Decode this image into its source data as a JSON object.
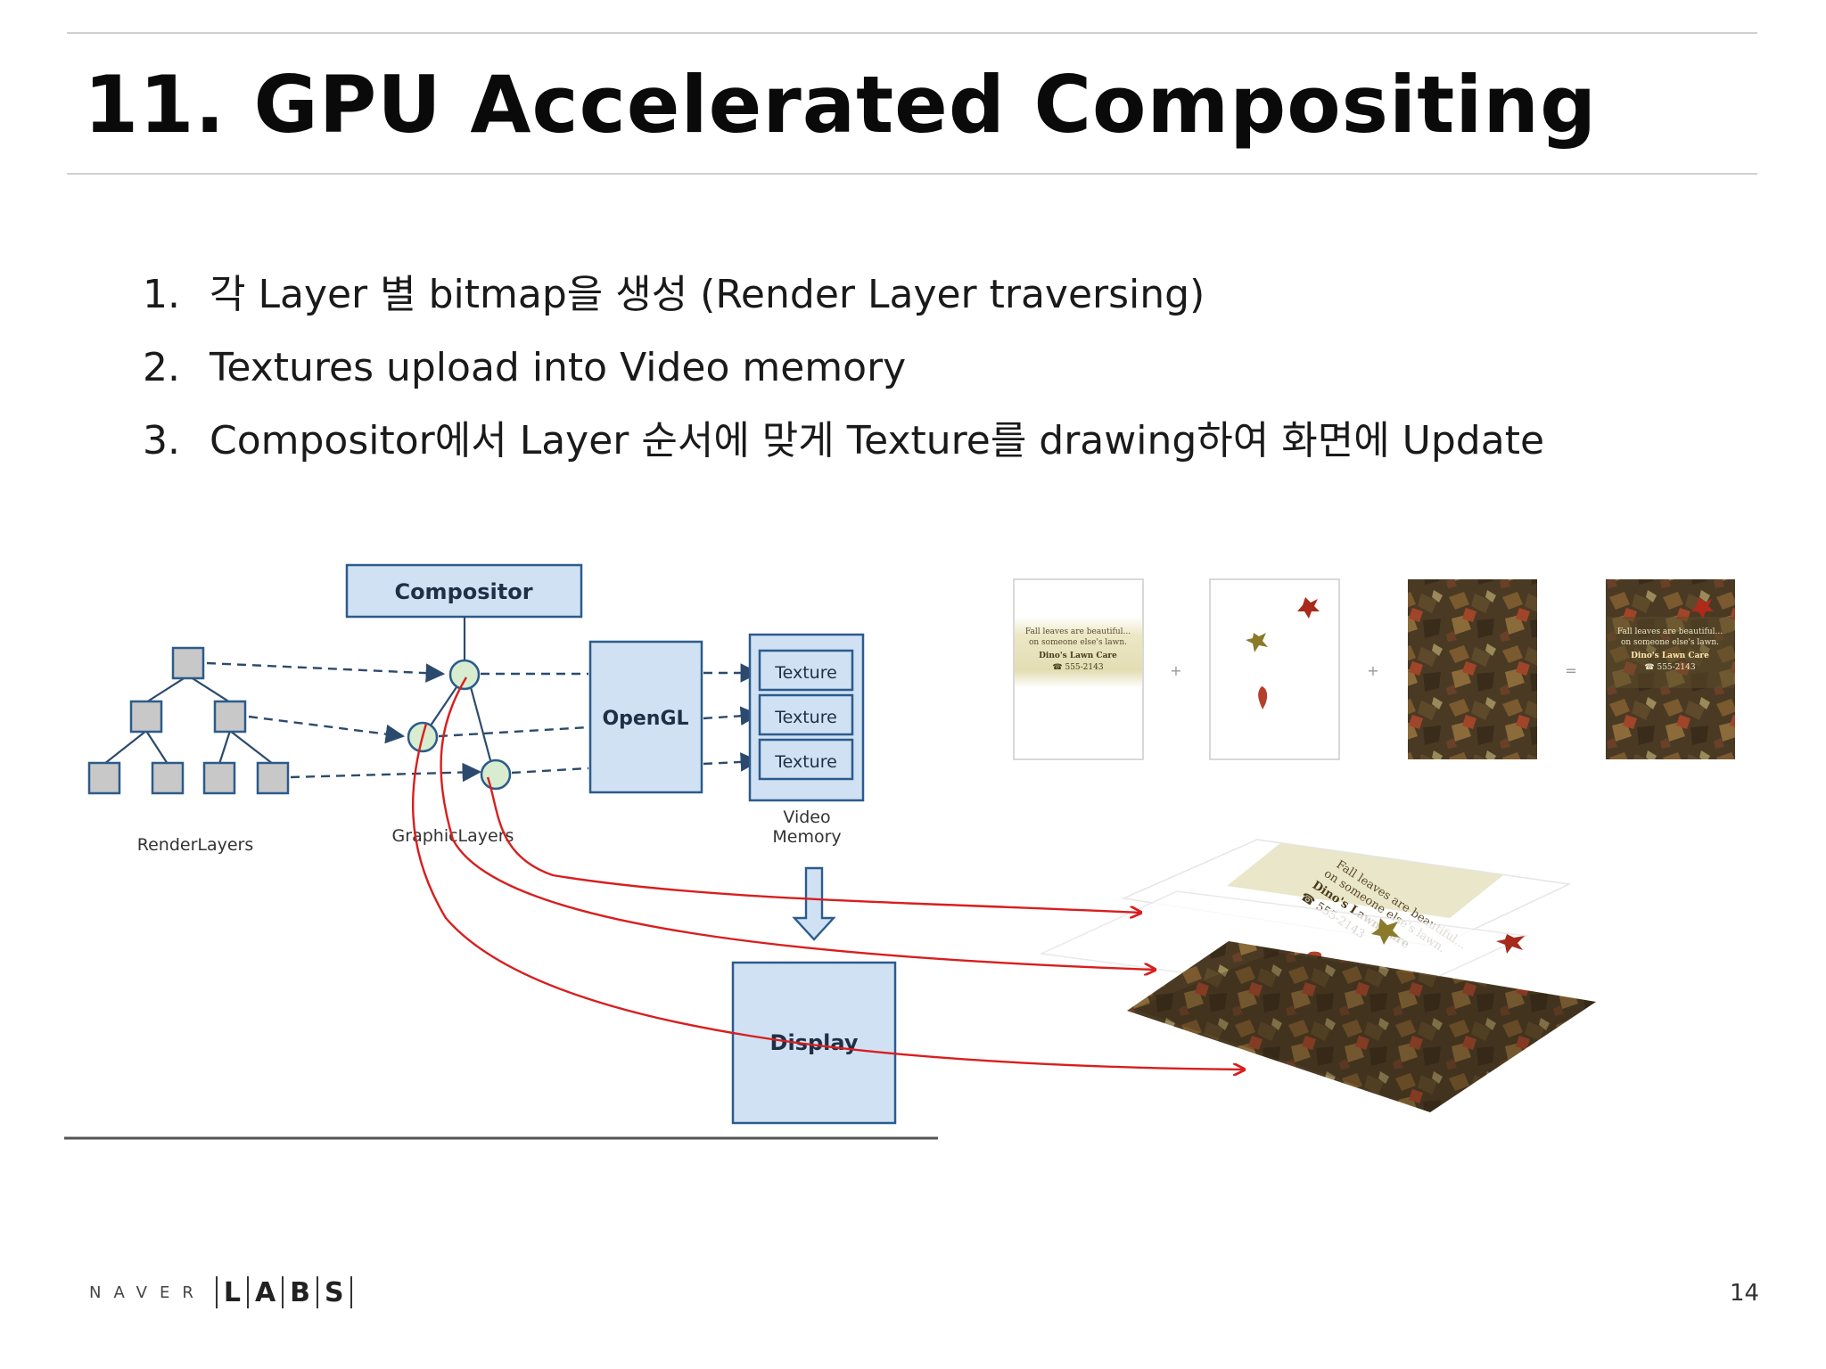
{
  "slide": {
    "title": "11. GPU Accelerated Compositing",
    "bullets": [
      {
        "num": "1.",
        "text": "각 Layer 별 bitmap을 생성 (Render Layer traversing)"
      },
      {
        "num": "2.",
        "text": "Textures upload into Video memory"
      },
      {
        "num": "3.",
        "text": "Compositor에서 Layer 순서에 맞게 Texture를 drawing하여 화면에 Update"
      }
    ],
    "page_number": "14"
  },
  "diagram": {
    "compositor_label": "Compositor",
    "opengl_label": "OpenGL",
    "textures": [
      "Texture",
      "Texture",
      "Texture"
    ],
    "video_memory_label_line1": "Video",
    "video_memory_label_line2": "Memory",
    "render_layers_label": "RenderLayers",
    "graphic_layers_label": "GraphicLayers",
    "display_label": "Display"
  },
  "layers_example": {
    "card_text_line1": "Fall leaves are beautiful...",
    "card_text_line2": "on someone else's lawn.",
    "card_text_line3": "Dino's Lawn Care",
    "card_text_line4": "☎ 555-2143",
    "op_plus": "+",
    "op_equals": "=",
    "colors": {
      "arrow_red": "#d81e1e",
      "box_fill": "#cfe1f3",
      "box_stroke": "#2c5b8c",
      "node_fill": "#d8ecd0",
      "gray_node": "#c8c8c8",
      "leaves_dark": "#4a3a24",
      "card_band": "#e6e2bf"
    }
  },
  "footer": {
    "brand_left": "NAVER",
    "brand_letters": [
      "L",
      "A",
      "B",
      "S"
    ]
  }
}
